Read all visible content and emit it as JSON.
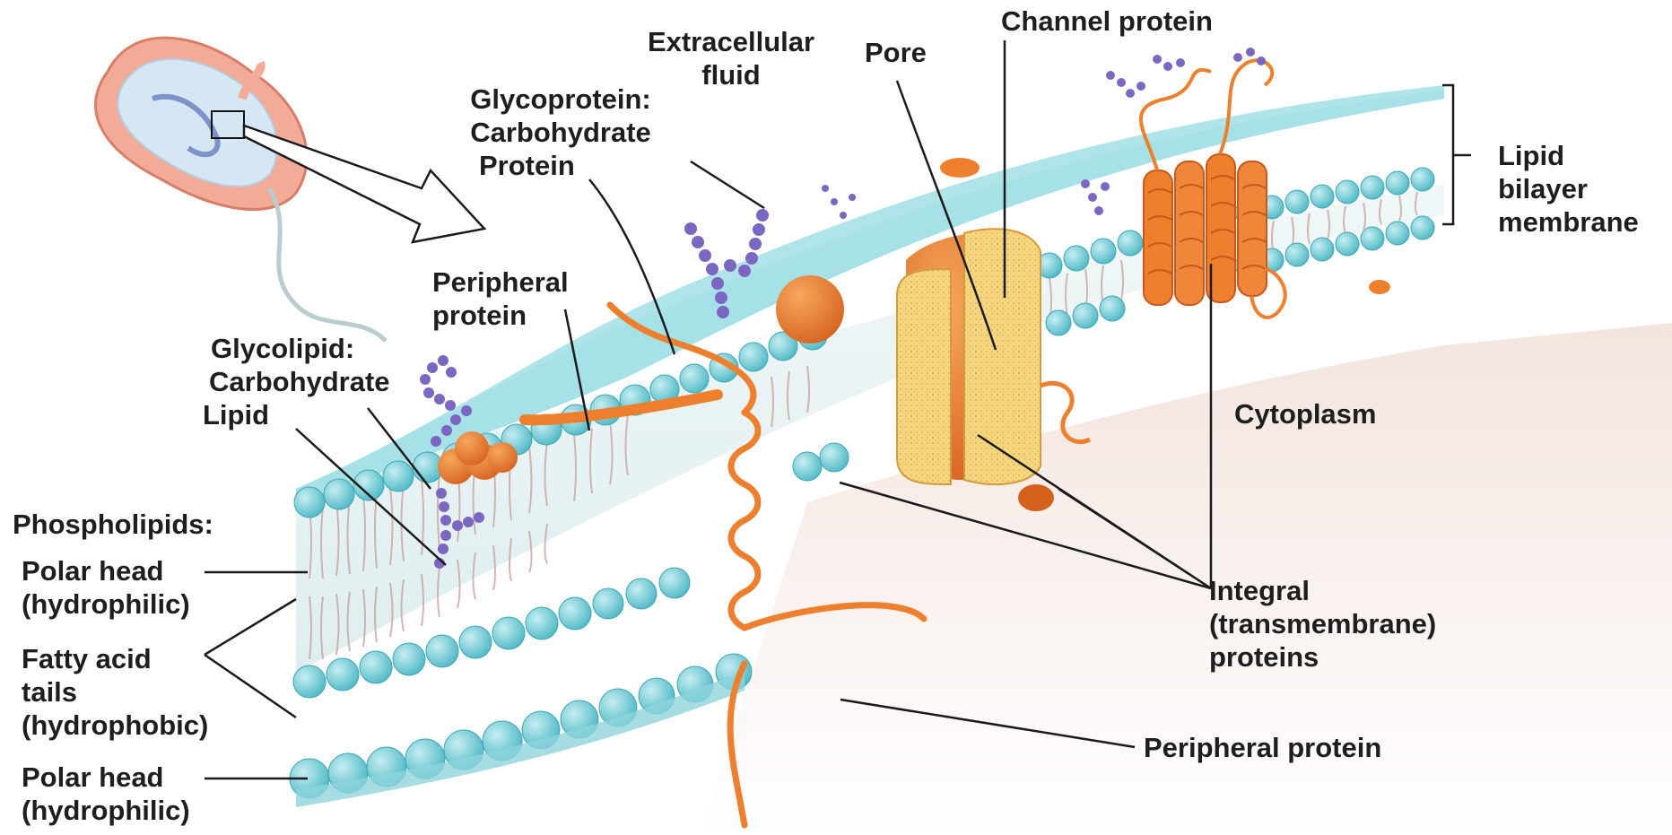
{
  "labels": {
    "extracellular_1": "Extracellular",
    "extracellular_2": "fluid",
    "pore": "Pore",
    "channel_protein": "Channel protein",
    "glycoprotein_1": "Glycoprotein:",
    "glycoprotein_2": "Carbohydrate",
    "glycoprotein_3": "Protein",
    "lipid_bilayer_1": "Lipid",
    "lipid_bilayer_2": "bilayer",
    "lipid_bilayer_3": "membrane",
    "peripheral_top_1": "Peripheral",
    "peripheral_top_2": "protein",
    "glycolipid_1": "Glycolipid:",
    "glycolipid_2": "Carbohydrate",
    "glycolipid_3": "Lipid",
    "cytoplasm": "Cytoplasm",
    "phospholipids": "Phospholipids:",
    "polar_head_top_1": "Polar head",
    "polar_head_top_2": "(hydrophilic)",
    "fatty_acid_1": "Fatty acid",
    "fatty_acid_2": "tails",
    "fatty_acid_3": "(hydrophobic)",
    "polar_head_bottom_1": "Polar head",
    "polar_head_bottom_2": "(hydrophilic)",
    "integral_1": "Integral",
    "integral_2": "(transmembrane)",
    "integral_3": "proteins",
    "peripheral_bottom": "Peripheral protein"
  },
  "colors": {
    "membrane_head": "#5cc4cf",
    "membrane_head_light": "#a8e2e8",
    "membrane_surface": "#9fdde4",
    "tail_region": "#e6f2f3",
    "tail_line": "#c8a49c",
    "protein": "#ee7f2c",
    "protein_dark": "#c9581a",
    "channel": "#f6d37a",
    "carbohydrate": "#7b67c2",
    "cytoplasm": "#f1e2dc",
    "bacterium_wall": "#f0a58f",
    "bacterium_inside": "#cfe6f3",
    "leader_line": "#1a1a1a"
  }
}
